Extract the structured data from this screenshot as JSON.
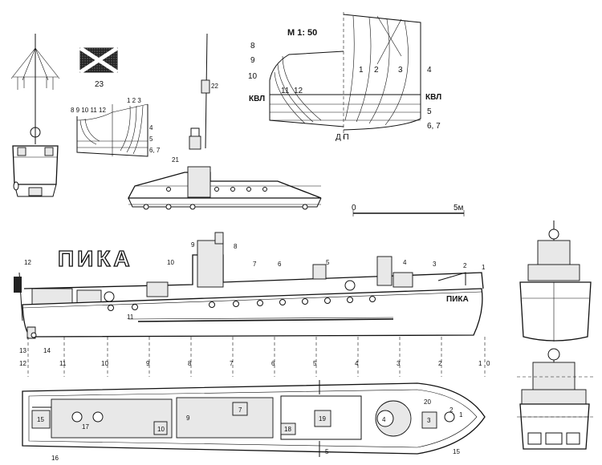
{
  "ship_name_large": "ПИКА",
  "ship_name_bow": "ПИКА",
  "body_plan": {
    "scale_label": "М 1: 50",
    "waterline_label_left": "КВЛ",
    "waterline_label_right": "КВЛ",
    "centerline_label": "Д П",
    "station_labels_left": [
      "8",
      "9",
      "10",
      "11",
      "12"
    ],
    "station_labels_right": [
      "1",
      "2",
      "3",
      "4",
      "5",
      "6, 7"
    ]
  },
  "small_body_plan": {
    "labels_left": "8 9 10 11 12",
    "labels_right": "1 2 3",
    "labels_side": [
      "4",
      "5",
      "6, 7"
    ]
  },
  "scale_bar": {
    "start": "0",
    "end": "5м"
  },
  "flag_label": "23",
  "small_profile_labels": {
    "mast": "22",
    "hatch": "21"
  },
  "side_view_labels": [
    "1",
    "2",
    "3",
    "4",
    "5",
    "6",
    "7",
    "8",
    "9",
    "10",
    "11",
    "12",
    "13",
    "14"
  ],
  "station_scale": [
    "12",
    "11",
    "10",
    "9",
    "8",
    "7",
    "6",
    "5",
    "4",
    "3",
    "2",
    "1",
    "0"
  ],
  "plan_view_labels": [
    "1",
    "2",
    "3",
    "4",
    "5",
    "7",
    "9",
    "10",
    "15",
    "16",
    "17",
    "18",
    "19",
    "20"
  ]
}
